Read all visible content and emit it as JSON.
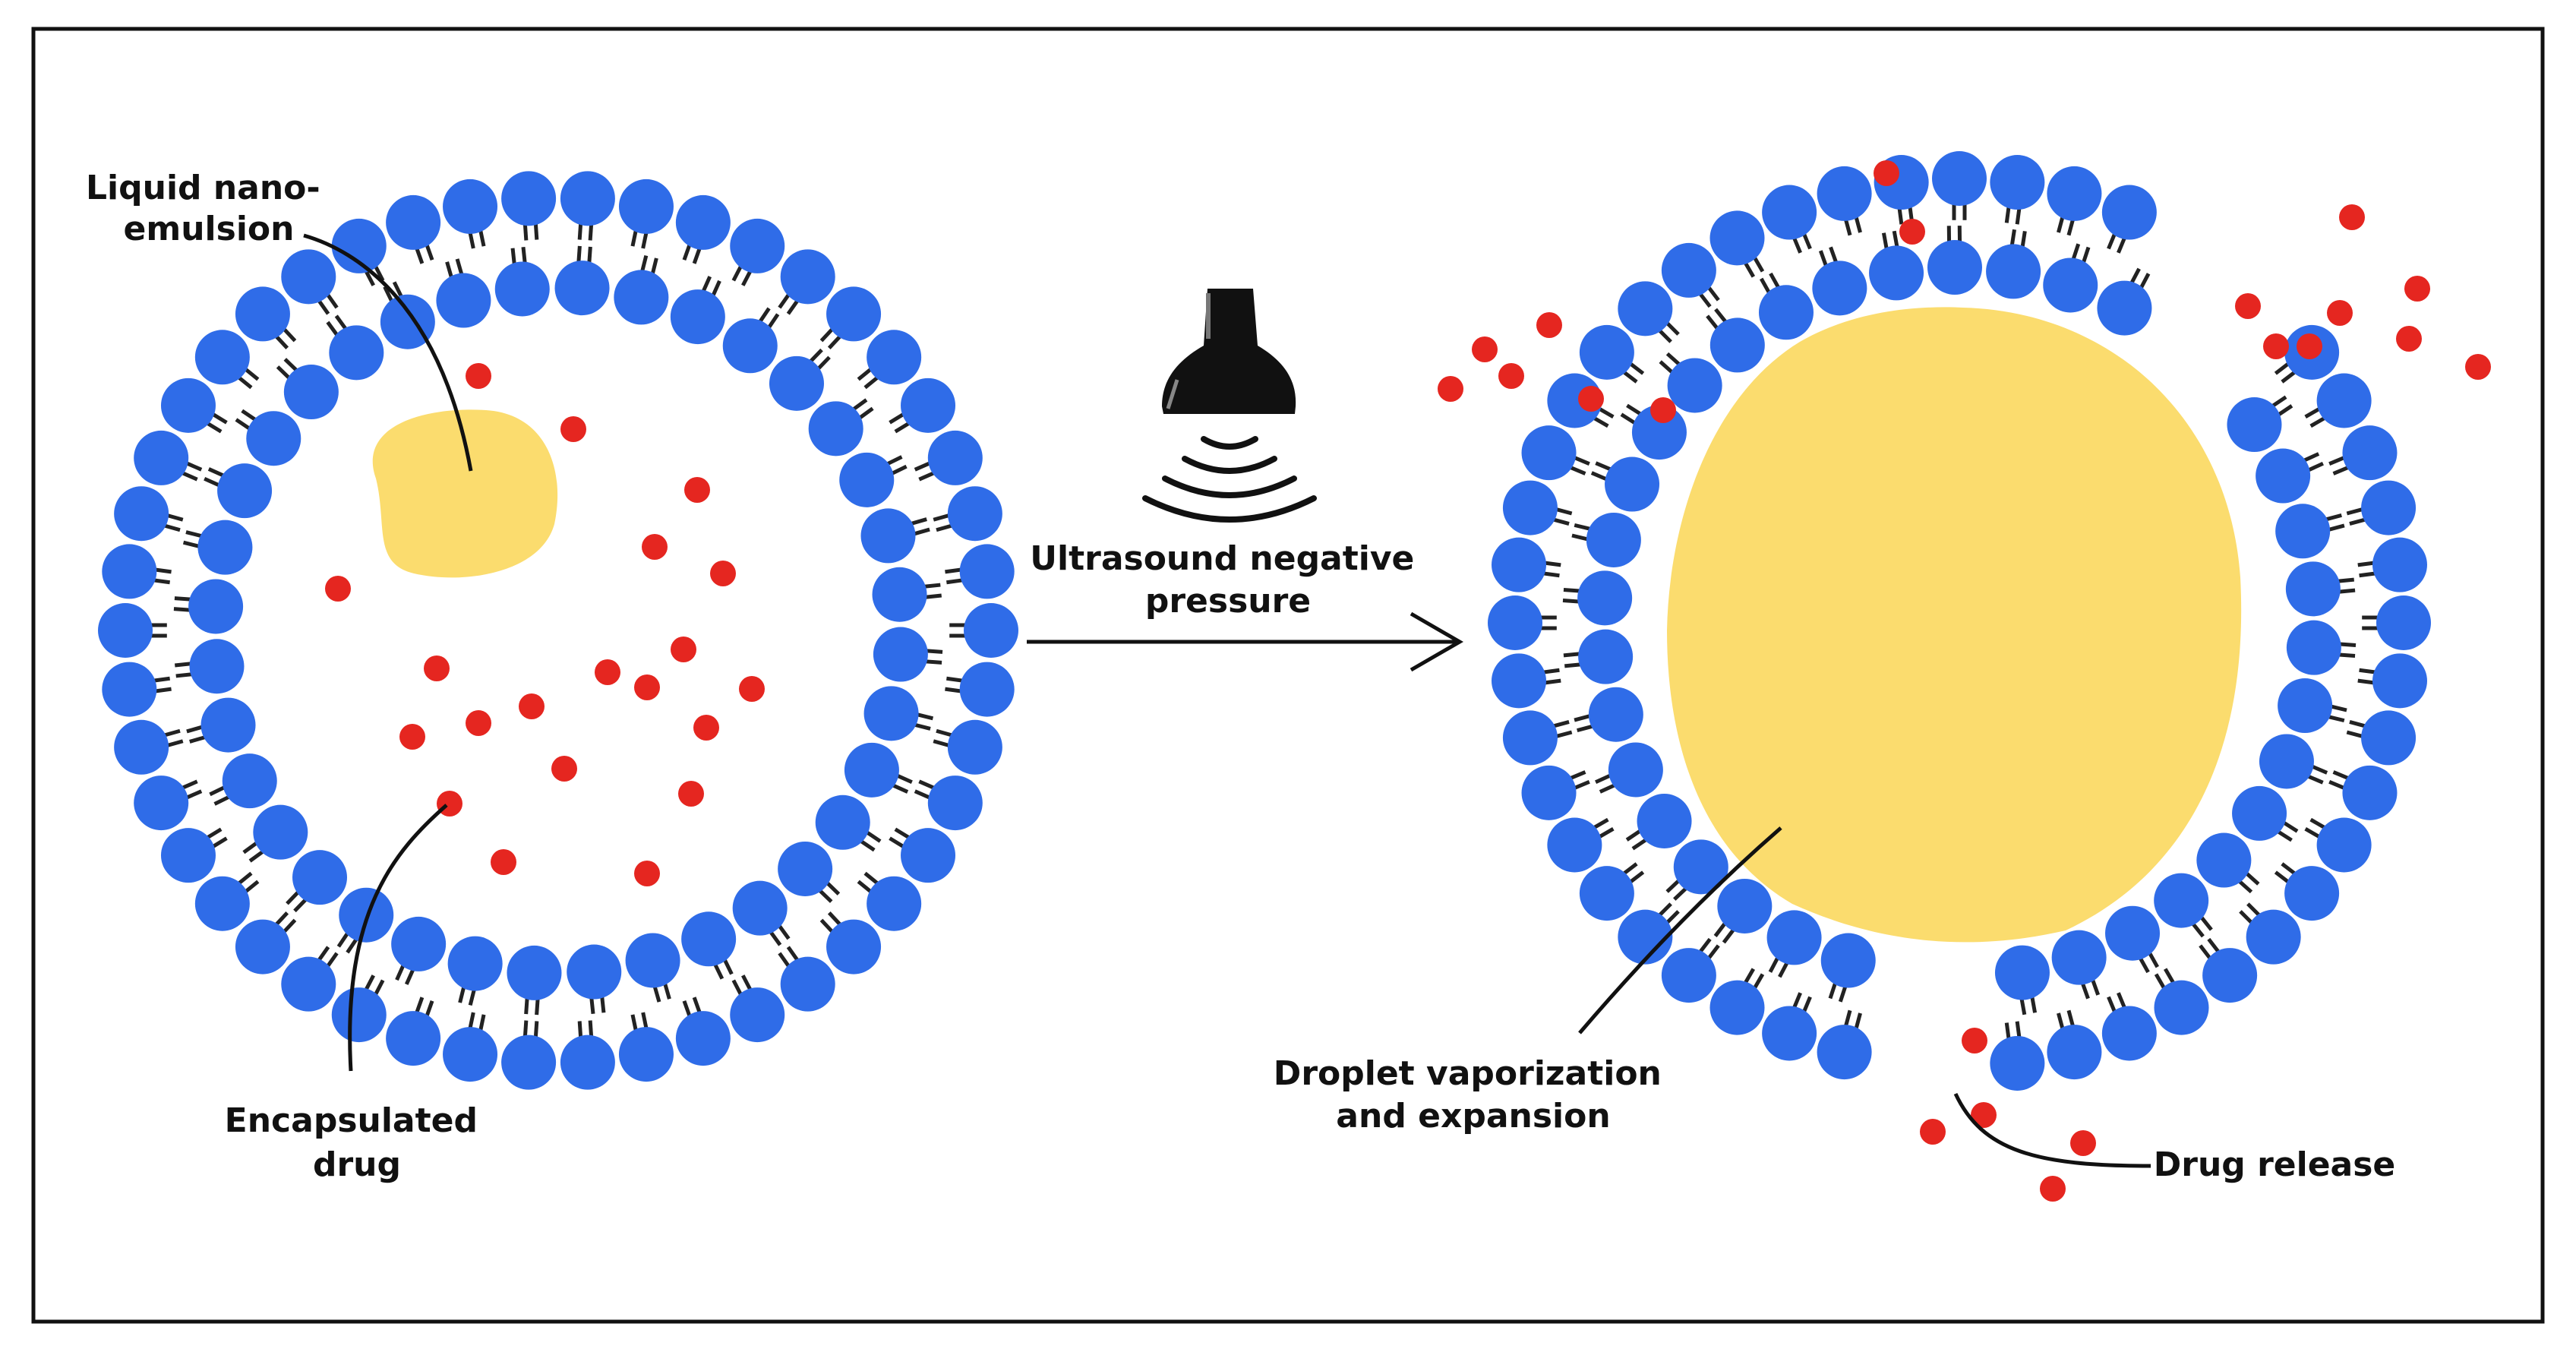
{
  "colors": {
    "head": "#2f6ce8",
    "tail": "#222222",
    "core": "#fbdc6e",
    "drug": "#e52620",
    "outline": "#111111"
  },
  "left": {
    "label_top": [
      "Liquid nano-",
      "emulsion"
    ],
    "label_bottom": [
      "Encapsulated",
      "drug"
    ]
  },
  "transducer": {
    "label": [
      "Ultrasound negative",
      "pressure"
    ]
  },
  "right": {
    "label_vaporization": [
      "Droplet vaporization",
      "and expansion"
    ],
    "label_release": "Drug release"
  }
}
